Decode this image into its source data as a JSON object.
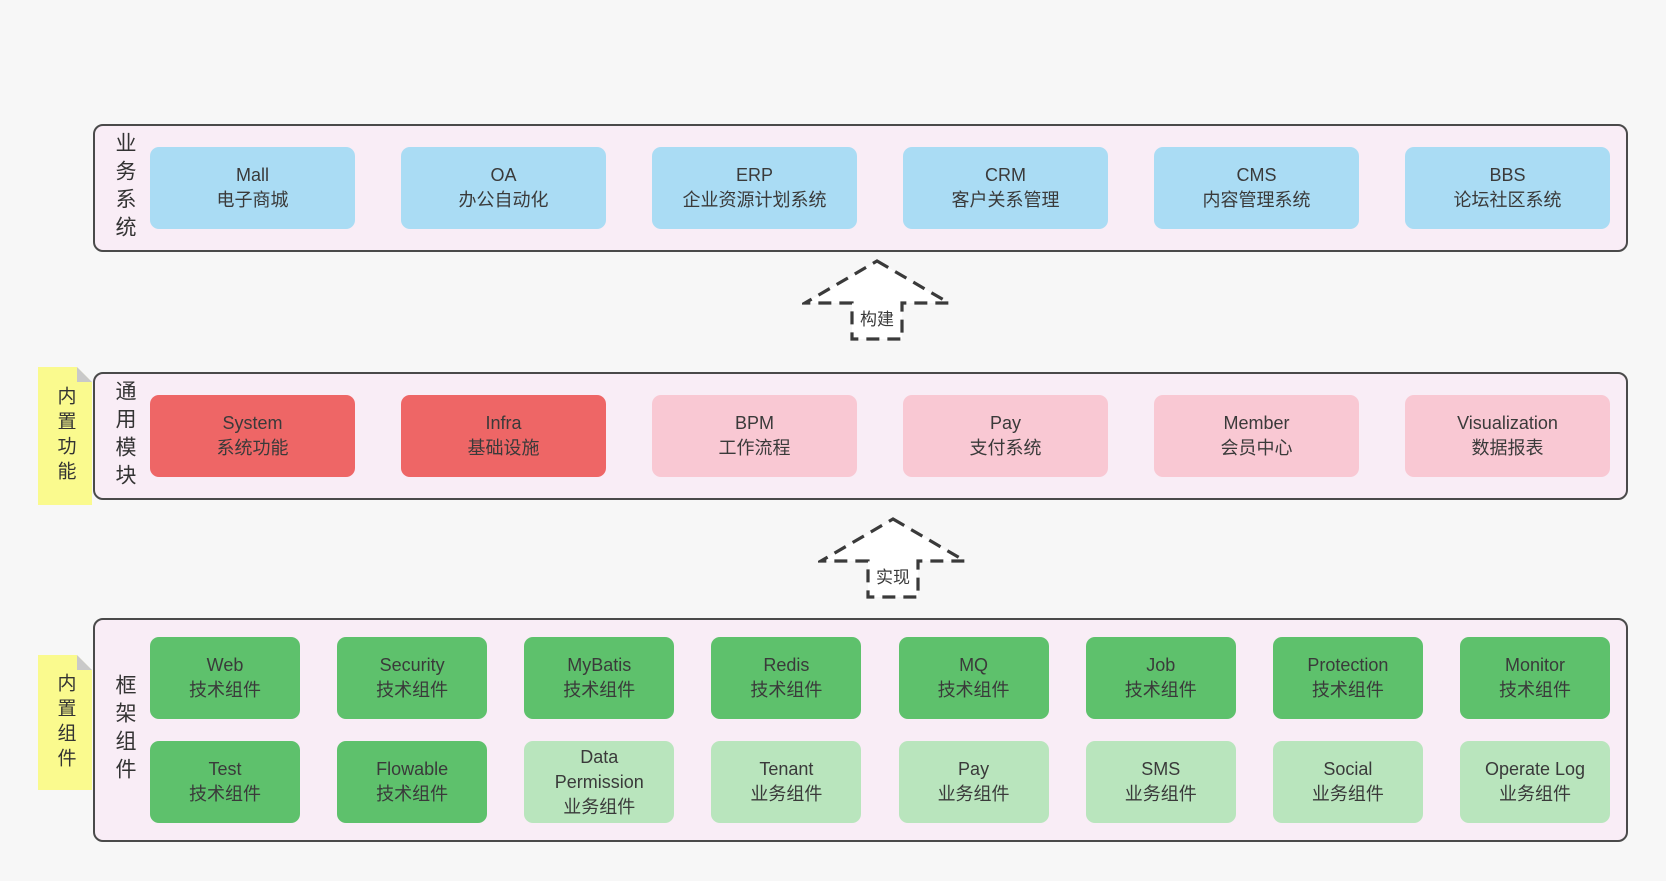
{
  "colors": {
    "page_background": "#f7f7f7",
    "layer_background": "#f9edf6",
    "layer_border": "#4a4a4a",
    "blue_box": "#aadcf4",
    "red_box": "#ee6666",
    "pink_box": "#f9c8d3",
    "green_box": "#5ec16c",
    "light_green_box": "#b9e5bd",
    "sticky_yellow": "#fafa8e",
    "arrow_dash": "#3a3a3a"
  },
  "layers": {
    "business": {
      "label": "业务系统",
      "boxes": [
        {
          "title": "Mall",
          "subtitle": "电子商城"
        },
        {
          "title": "OA",
          "subtitle": "办公自动化"
        },
        {
          "title": "ERP",
          "subtitle": "企业资源计划系统"
        },
        {
          "title": "CRM",
          "subtitle": "客户关系管理"
        },
        {
          "title": "CMS",
          "subtitle": "内容管理系统"
        },
        {
          "title": "BBS",
          "subtitle": "论坛社区系统"
        }
      ]
    },
    "modules": {
      "label": "通用模块",
      "sticky": "内置功能",
      "boxes": [
        {
          "title": "System",
          "subtitle": "系统功能"
        },
        {
          "title": "Infra",
          "subtitle": "基础设施"
        },
        {
          "title": "BPM",
          "subtitle": "工作流程"
        },
        {
          "title": "Pay",
          "subtitle": "支付系统"
        },
        {
          "title": "Member",
          "subtitle": "会员中心"
        },
        {
          "title": "Visualization",
          "subtitle": "数据报表"
        }
      ]
    },
    "framework": {
      "label": "框架组件",
      "sticky": "内置组件",
      "rows": [
        [
          {
            "title": "Web",
            "subtitle": "技术组件"
          },
          {
            "title": "Security",
            "subtitle": "技术组件"
          },
          {
            "title": "MyBatis",
            "subtitle": "技术组件"
          },
          {
            "title": "Redis",
            "subtitle": "技术组件"
          },
          {
            "title": "MQ",
            "subtitle": "技术组件"
          },
          {
            "title": "Job",
            "subtitle": "技术组件"
          },
          {
            "title": "Protection",
            "subtitle": "技术组件"
          },
          {
            "title": "Monitor",
            "subtitle": "技术组件"
          }
        ],
        [
          {
            "title": "Test",
            "subtitle": "技术组件"
          },
          {
            "title": "Flowable",
            "subtitle": "技术组件"
          },
          {
            "title": "Data Permission",
            "subtitle": "业务组件"
          },
          {
            "title": "Tenant",
            "subtitle": "业务组件"
          },
          {
            "title": "Pay",
            "subtitle": "业务组件"
          },
          {
            "title": "SMS",
            "subtitle": "业务组件"
          },
          {
            "title": "Social",
            "subtitle": "业务组件"
          },
          {
            "title": "Operate Log",
            "subtitle": "业务组件"
          }
        ]
      ]
    }
  },
  "arrows": {
    "build": {
      "label": "构建"
    },
    "implement": {
      "label": "实现"
    }
  }
}
